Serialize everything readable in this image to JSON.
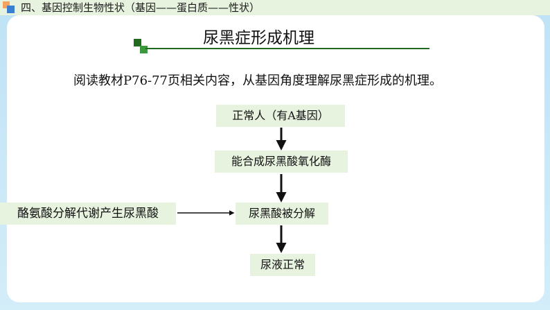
{
  "header": {
    "title": "四、基因控制生物性状（基因——蛋白质——性状）"
  },
  "slide": {
    "title": "尿黑症形成机理",
    "instruction": "阅读教材P76-77页相关内容，从基因角度理解尿黑症形成的机理。"
  },
  "flow": {
    "step1": "正常人（有A基因）",
    "step2": "能合成尿黑酸氧化酶",
    "step3": "尿黑酸被分解",
    "step4": "尿液正常",
    "side_input": "酪氨酸分解代谢产生尿黑酸"
  },
  "colors": {
    "box_fill": "#e7f3df",
    "title_accent": "#206b20",
    "background": "#c7e6f7"
  }
}
